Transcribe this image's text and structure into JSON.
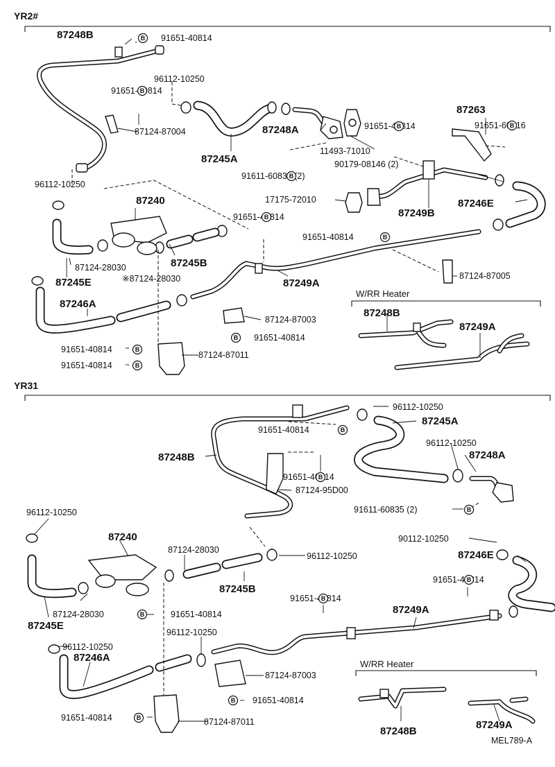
{
  "diagram": {
    "ref": "MEL789-A",
    "bolt_symbol": "B",
    "sections": [
      {
        "id": "yr2",
        "title": "YR2#"
      },
      {
        "id": "yr31",
        "title": "YR31"
      }
    ],
    "subsections": [
      {
        "id": "yr2_rr",
        "title": "W/RR Heater"
      },
      {
        "id": "yr31_rr",
        "title": "W/RR Heater"
      }
    ],
    "labels": {
      "yr2": [
        {
          "k": "l1",
          "t": "87248B",
          "big": true
        },
        {
          "k": "l2",
          "t": "91651-40814",
          "bolt": true
        },
        {
          "k": "l3",
          "t": "96112-10250"
        },
        {
          "k": "l4",
          "t": "91651-40814",
          "bolt": true
        },
        {
          "k": "l5",
          "t": "87124-87004"
        },
        {
          "k": "l6",
          "t": "87245A",
          "big": true
        },
        {
          "k": "l7",
          "t": "87248A",
          "big": true
        },
        {
          "k": "l8",
          "t": "11493-71010"
        },
        {
          "k": "l9",
          "t": "91611-60835 (2)",
          "bolt": true
        },
        {
          "k": "l10",
          "t": "91651-40814",
          "bolt": true
        },
        {
          "k": "l11",
          "t": "90179-08146 (2)"
        },
        {
          "k": "l12",
          "t": "87263",
          "big": true
        },
        {
          "k": "l13",
          "t": "91651-60616",
          "bolt": true
        },
        {
          "k": "l14",
          "t": "96112-10250"
        },
        {
          "k": "l15",
          "t": "87240",
          "big": true
        },
        {
          "k": "l16",
          "t": "17175-72010"
        },
        {
          "k": "l17",
          "t": "87249B",
          "big": true
        },
        {
          "k": "l18",
          "t": "87246E",
          "big": true
        },
        {
          "k": "l19",
          "t": "91651-40814",
          "bolt": true
        },
        {
          "k": "l20",
          "t": "91651-40814",
          "bolt": true
        },
        {
          "k": "l21",
          "t": "87245B",
          "big": true
        },
        {
          "k": "l22",
          "t": "87124-28030"
        },
        {
          "k": "l23",
          "t": "87245E",
          "big": true
        },
        {
          "k": "l24",
          "t": "※87124-28030"
        },
        {
          "k": "l25",
          "t": "87249A",
          "big": true
        },
        {
          "k": "l26",
          "t": "87124-87005"
        },
        {
          "k": "l27",
          "t": "87246A",
          "big": true
        },
        {
          "k": "l28",
          "t": "87124-87003"
        },
        {
          "k": "l29",
          "t": "91651-40814",
          "bolt": true
        },
        {
          "k": "l30",
          "t": "91651-40814",
          "bolt": true
        },
        {
          "k": "l31",
          "t": "87124-87011"
        },
        {
          "k": "l32",
          "t": "91651-40814",
          "bolt": true
        },
        {
          "k": "l33",
          "t": "87248B",
          "big": true
        },
        {
          "k": "l34",
          "t": "87249A",
          "big": true
        }
      ],
      "yr31": [
        {
          "k": "m1",
          "t": "96112-10250"
        },
        {
          "k": "m2",
          "t": "87245A",
          "big": true
        },
        {
          "k": "m3",
          "t": "91651-40814",
          "bolt": true
        },
        {
          "k": "m4",
          "t": "96112-10250"
        },
        {
          "k": "m5",
          "t": "87248A",
          "big": true
        },
        {
          "k": "m6",
          "t": "87248B",
          "big": true
        },
        {
          "k": "m7",
          "t": "91651-40814",
          "bolt": true
        },
        {
          "k": "m8",
          "t": "87124-95D00"
        },
        {
          "k": "m9",
          "t": "91611-60835 (2)",
          "bolt": true
        },
        {
          "k": "m10",
          "t": "96112-10250"
        },
        {
          "k": "m11",
          "t": "87240",
          "big": true
        },
        {
          "k": "m12",
          "t": "87124-28030"
        },
        {
          "k": "m13",
          "t": "96112-10250"
        },
        {
          "k": "m14",
          "t": "90112-10250"
        },
        {
          "k": "m15",
          "t": "87246E",
          "big": true
        },
        {
          "k": "m16",
          "t": "87245B",
          "big": true
        },
        {
          "k": "m17",
          "t": "91651-40814",
          "bolt": true
        },
        {
          "k": "m18",
          "t": "87124-28030"
        },
        {
          "k": "m19",
          "t": "91651-40814",
          "bolt": true
        },
        {
          "k": "m20",
          "t": "87245E",
          "big": true
        },
        {
          "k": "m21",
          "t": "91651-40814",
          "bolt": true
        },
        {
          "k": "m22",
          "t": "87249A",
          "big": true
        },
        {
          "k": "m23",
          "t": "96112-10250"
        },
        {
          "k": "m24",
          "t": "96112-10250"
        },
        {
          "k": "m25",
          "t": "87246A",
          "big": true
        },
        {
          "k": "m26",
          "t": "87124-87003"
        },
        {
          "k": "m27",
          "t": "91651-40814",
          "bolt": true
        },
        {
          "k": "m28",
          "t": "91651-40814",
          "bolt": true
        },
        {
          "k": "m29",
          "t": "87124-87011"
        },
        {
          "k": "m30",
          "t": "87248B",
          "big": true
        },
        {
          "k": "m31",
          "t": "87249A",
          "big": true
        }
      ]
    }
  }
}
